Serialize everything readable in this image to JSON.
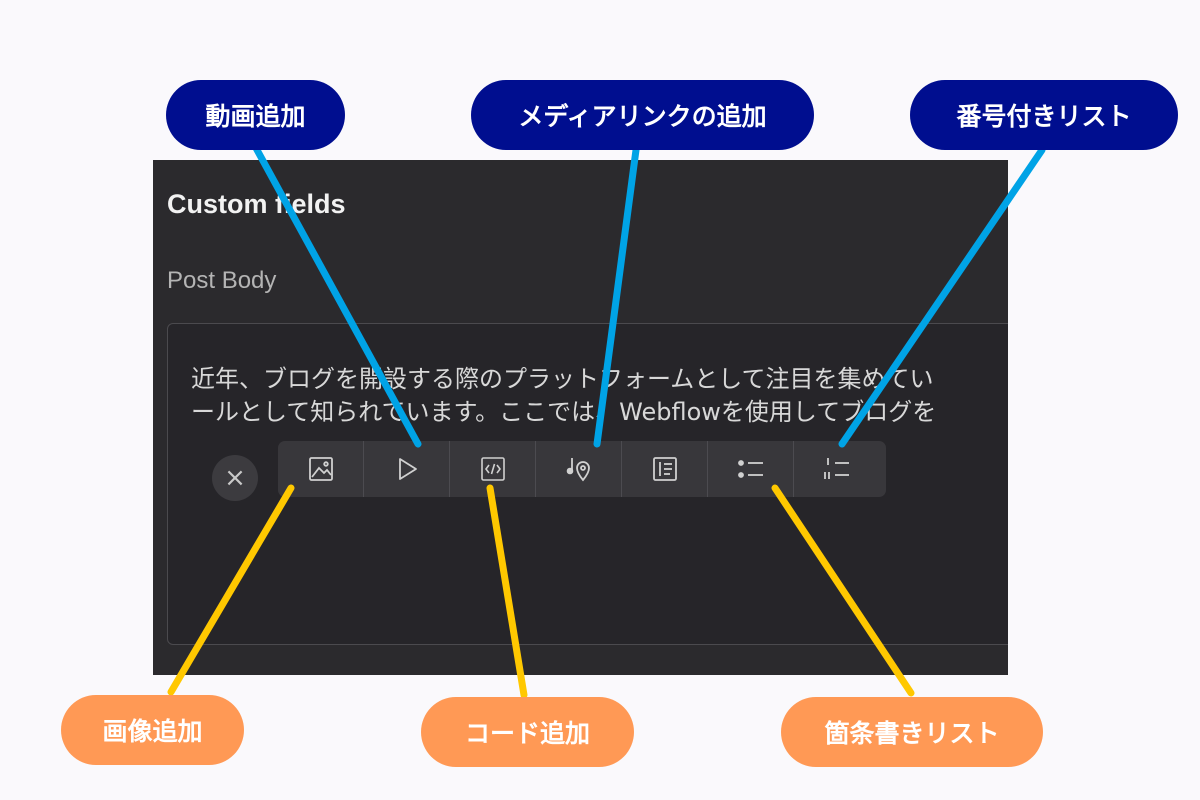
{
  "panel": {
    "title": "Custom fields",
    "field_label": "Post Body",
    "editor_lines": [
      "近年、ブログを開設する際のプラットフォームとして注目を集めてい",
      "ールとして知られています。ここでは、Webflowを使用してブログを"
    ],
    "close_symbol": "×"
  },
  "toolbar": {
    "items": [
      {
        "icon": "image-icon"
      },
      {
        "icon": "play-icon"
      },
      {
        "icon": "code-icon"
      },
      {
        "icon": "media-link-icon"
      },
      {
        "icon": "rich-content-icon"
      },
      {
        "icon": "bulleted-list-icon"
      },
      {
        "icon": "numbered-list-icon"
      }
    ]
  },
  "callouts": {
    "video": "動画追加",
    "media_link": "メディアリンクの追加",
    "numbered_list": "番号付きリスト",
    "image": "画像追加",
    "code": "コード追加",
    "bulleted_list": "箇条書きリスト"
  },
  "colors": {
    "blue_label": "#000e8f",
    "orange_label": "#ff9955",
    "blue_line": "#00a3e6",
    "yellow_line": "#ffc800",
    "panel_bg": "#2b2a2d"
  }
}
